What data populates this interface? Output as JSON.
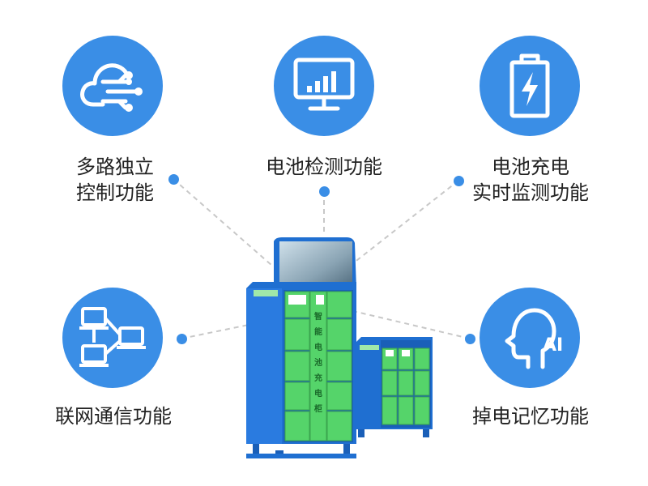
{
  "features": {
    "top_left": {
      "line1": "多路独立",
      "line2": "控制功能",
      "icon": "cloud-network-icon"
    },
    "top_center": {
      "line1": "电池检测功能",
      "icon": "monitor-chart-icon"
    },
    "top_right": {
      "line1": "电池充电",
      "line2": "实时监测功能",
      "icon": "battery-charging-icon"
    },
    "bottom_left": {
      "line1": "联网通信功能",
      "icon": "network-computers-icon"
    },
    "bottom_right": {
      "line1": "掉电记忆功能",
      "icon": "ai-head-icon",
      "icon_text": "AI"
    }
  },
  "product": {
    "vertical_text": [
      "智",
      "能",
      "电",
      "池",
      "充",
      "电",
      "柜"
    ]
  },
  "colors": {
    "accent": "#3a8ee6",
    "cabinet_blue": "#1f6fd1",
    "cabinet_green": "#55d46a"
  }
}
